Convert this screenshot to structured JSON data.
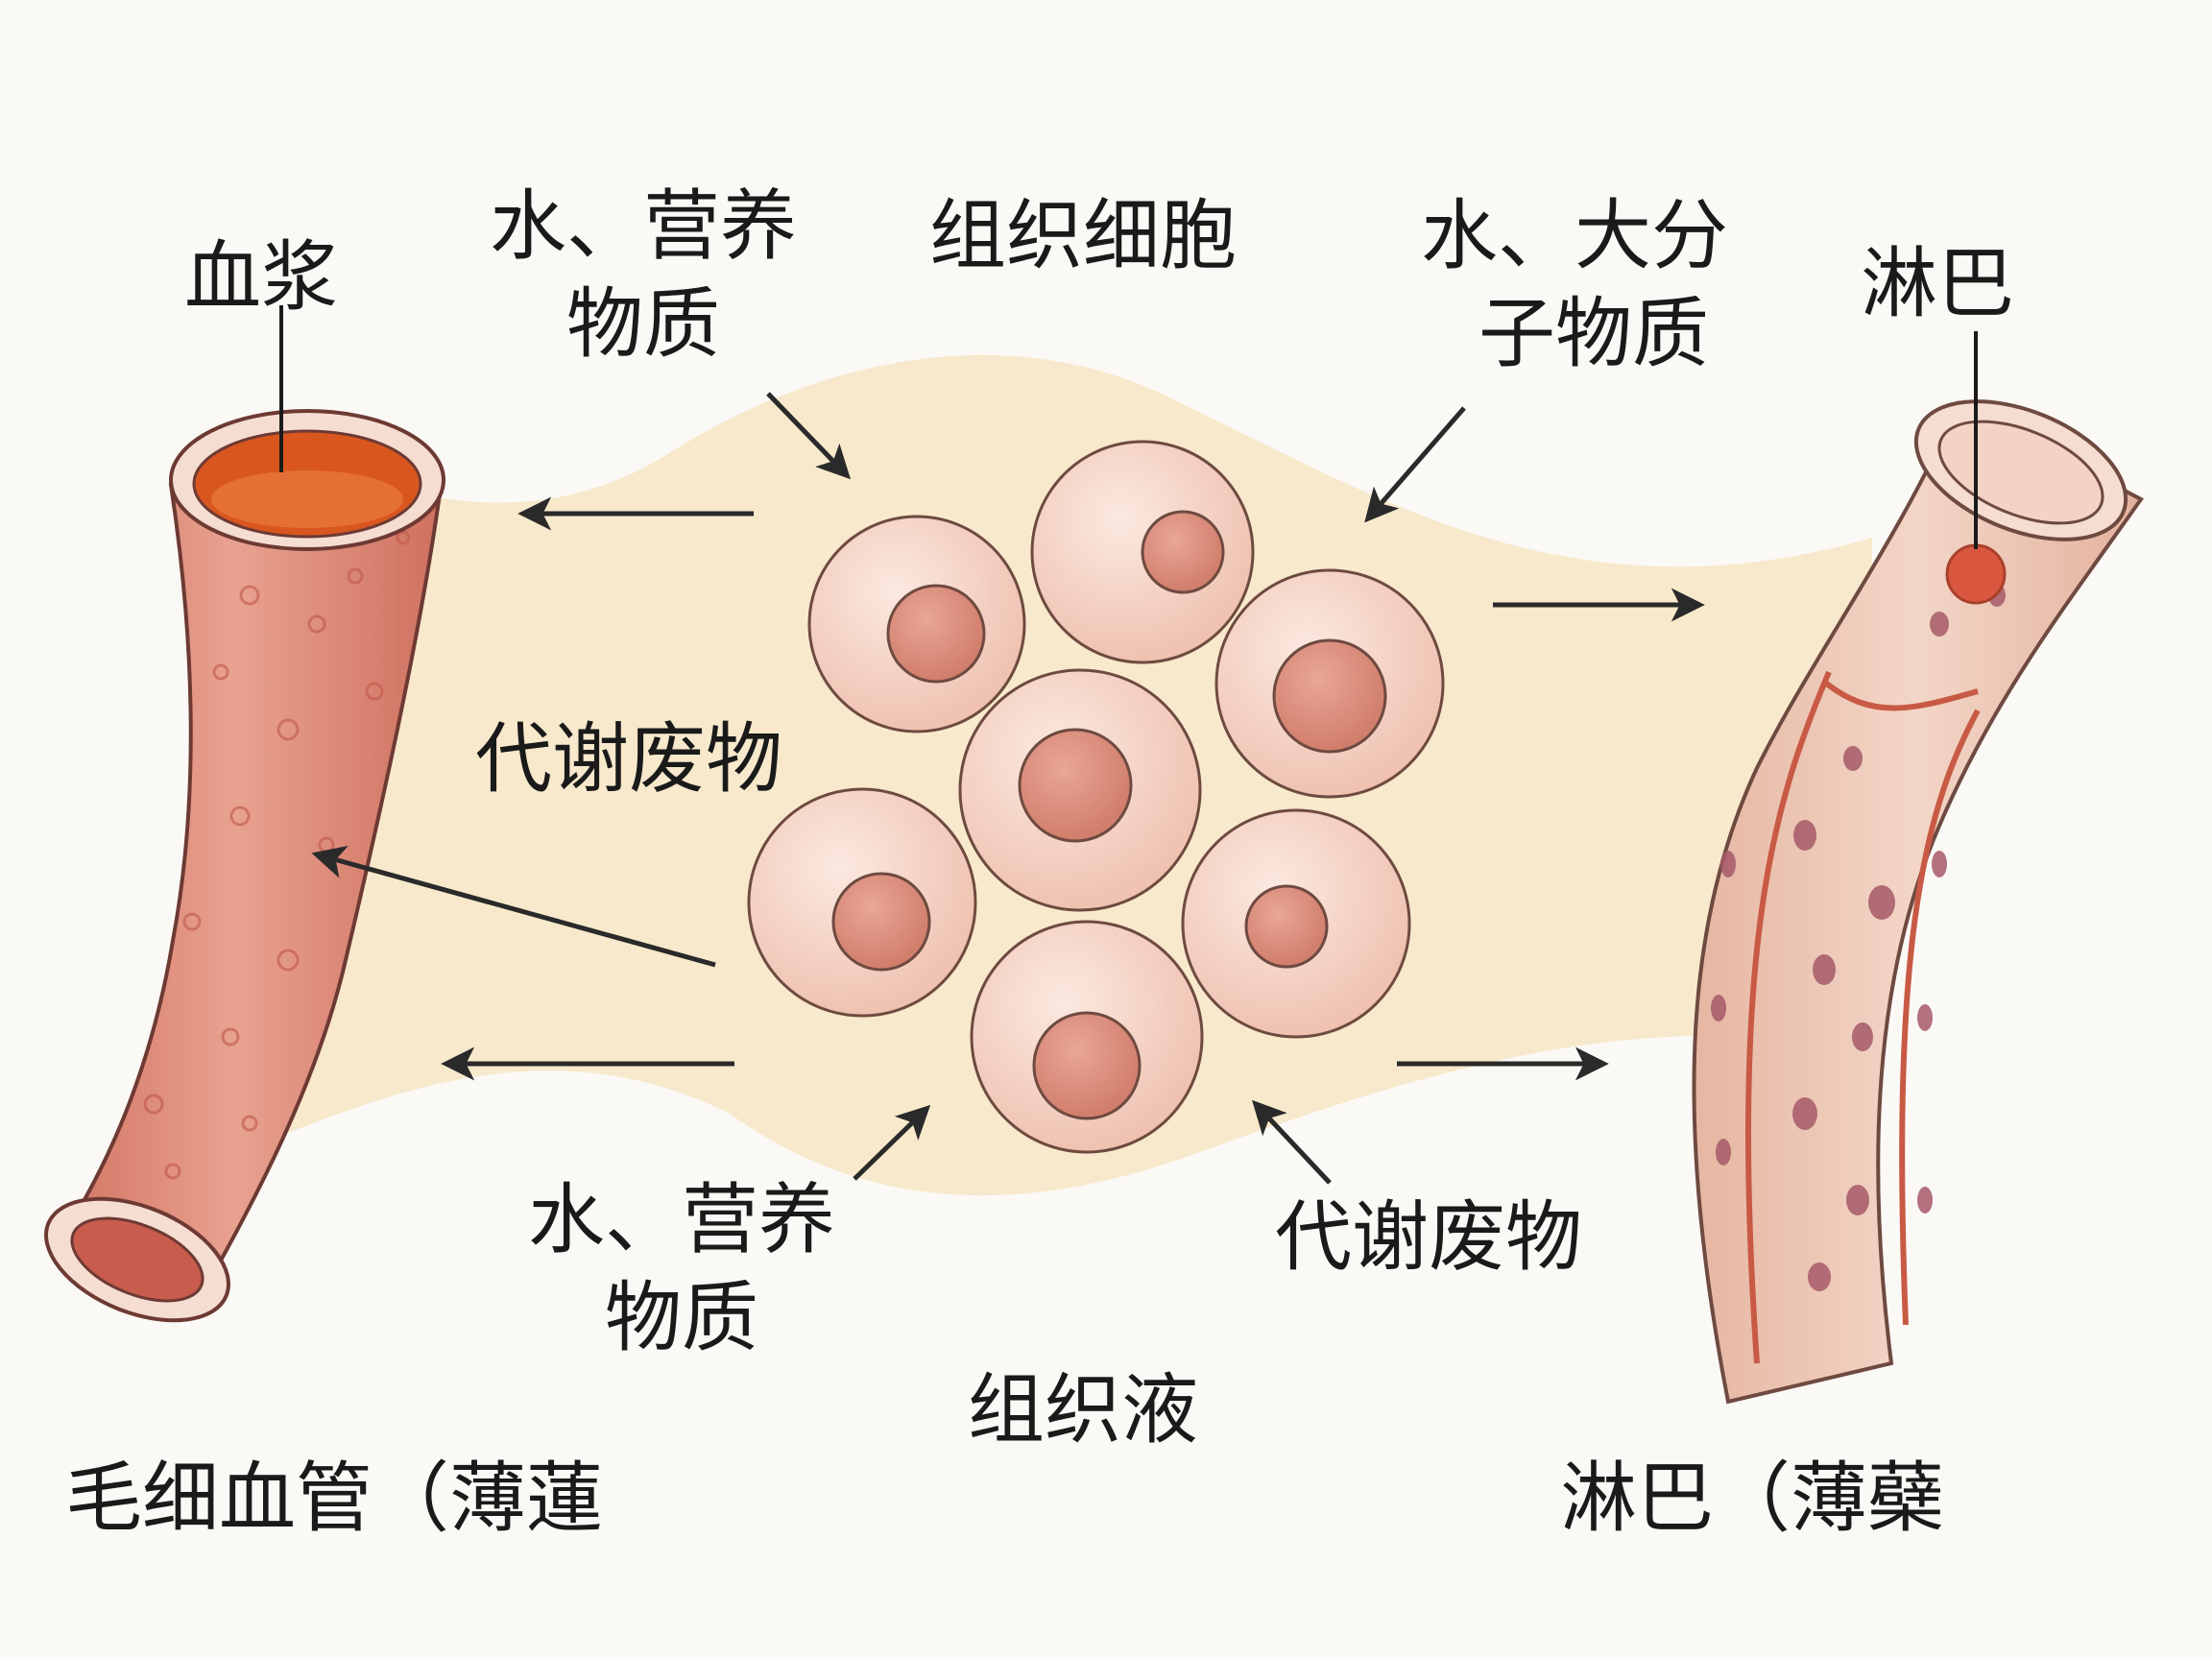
{
  "labels": {
    "plasma": "血浆",
    "water_nutrients_top_line1": "水、营养",
    "water_nutrients_top_line2": "物质",
    "tissue_cells": "组织细胞",
    "water_macromolecules_line1": "水、大分",
    "water_macromolecules_line2": "子物质",
    "lymph": "淋巴",
    "metabolic_waste_left": "代谢废物",
    "water_nutrients_bottom_line1": "水、营养",
    "water_nutrients_bottom_line2": "物质",
    "metabolic_waste_right": "代谢废物",
    "tissue_fluid": "组织液",
    "capillary_caption": "毛细血管（薄蓮",
    "lymph_caption": "淋巴（薄蘗"
  },
  "structures": {
    "capillary": "capillary-vessel",
    "cells": "tissue-cell-cluster",
    "lymph_vessel": "lymph-vessel"
  },
  "colors": {
    "background": "#fbf9f6",
    "tissue_fluid": "#f7e6c4",
    "capillary": "#e08a78",
    "plasma": "#d9571f",
    "cell": "#f4d3c4",
    "nucleus": "#d98a78",
    "lymph_vessel": "#efcbb9",
    "arrow": "#2a2a2a"
  }
}
